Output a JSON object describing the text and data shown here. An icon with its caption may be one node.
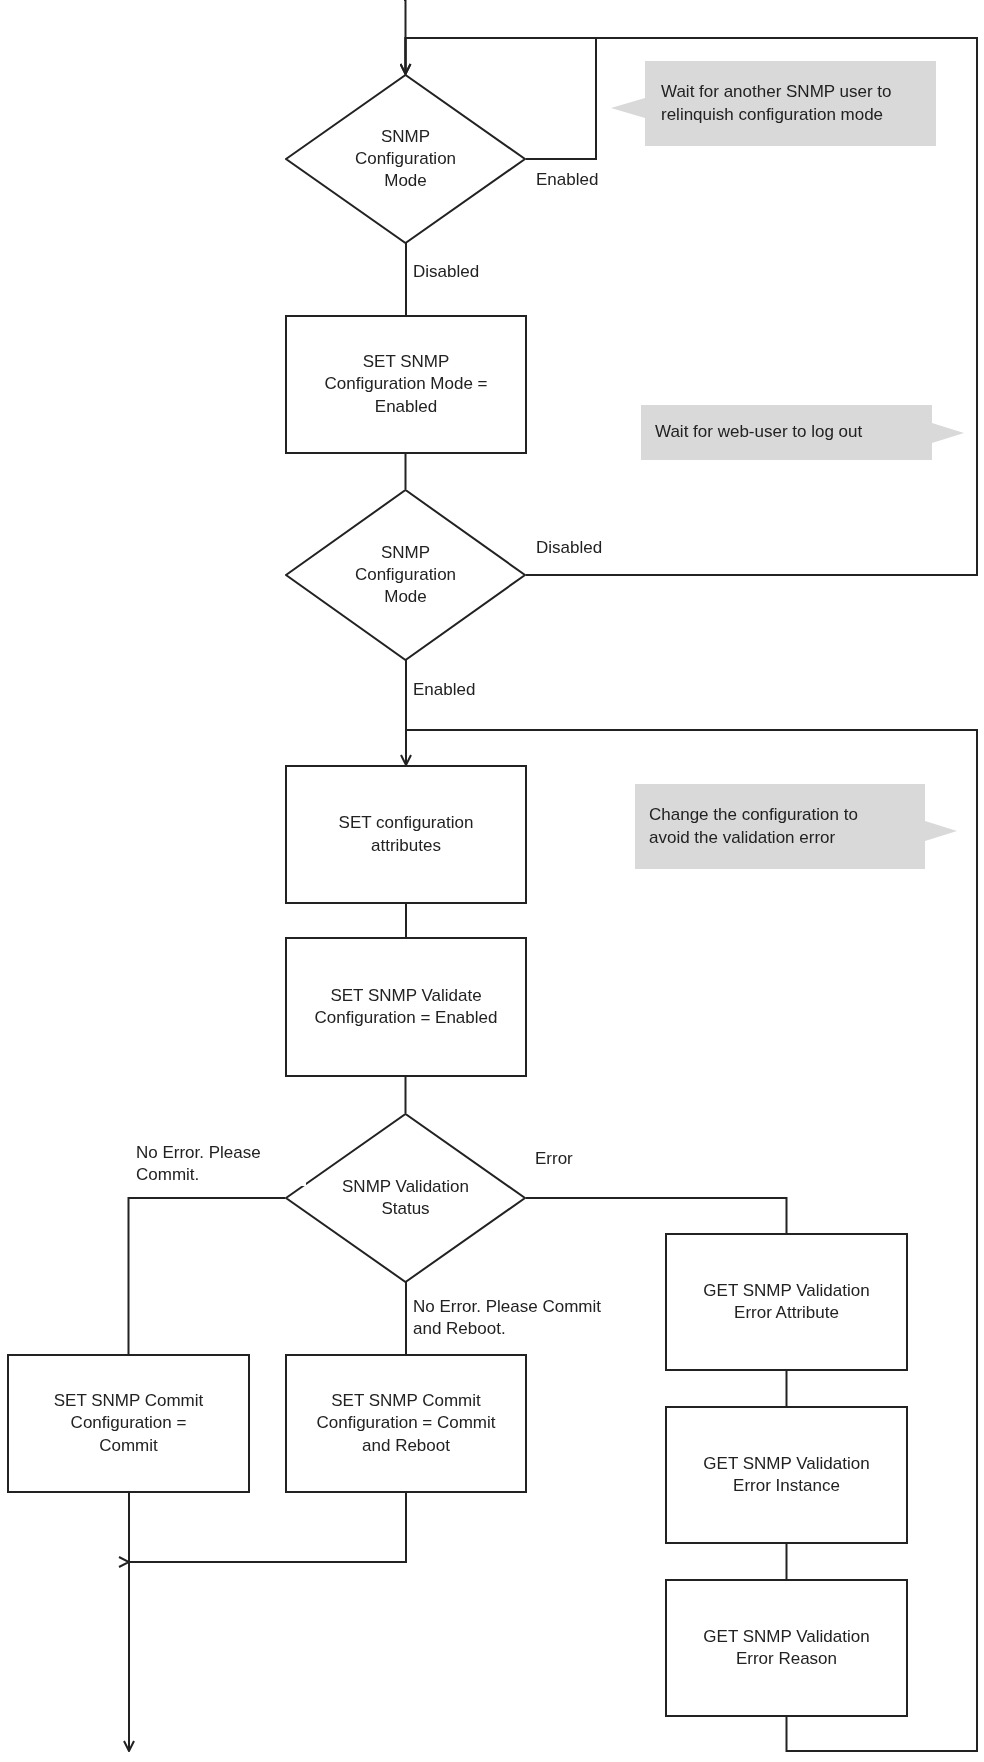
{
  "diagram": {
    "nodes": [
      {
        "text": [
          "SNMP Configuration Mode"
        ]
      },
      {
        "text": [
          "Wait for another SNMP user to relinquish configuration mode"
        ]
      },
      {
        "text": [
          "SET SNMP Configuration Mode = Enabled"
        ]
      },
      {
        "text": [
          "Wait for web-user to log out"
        ]
      },
      {
        "text": [
          "SNMP Configuration Mode"
        ]
      },
      {
        "text": [
          "SET configuration attributes"
        ]
      },
      {
        "text": [
          "Change the configuration to avoid the validation error"
        ]
      },
      {
        "text": [
          "SET SNMP Validate Configuration = Enabled"
        ]
      },
      {
        "text": [
          "SNMP Validation Status"
        ]
      },
      {
        "text": [
          "GET SNMP Validation Error Attribute"
        ]
      },
      {
        "text": [
          "SET SNMP Commit Configuration = Commit"
        ]
      },
      {
        "text": [
          "SET SNMP Commit Configuration = Commit and Reboot"
        ]
      },
      {
        "text": [
          "GET SNMP Validation Error Instance"
        ]
      },
      {
        "text": [
          "GET SNMP Validation Error Reason"
        ]
      }
    ],
    "edges": [
      {
        "from": null,
        "to": 0,
        "arrow": "none"
      },
      {
        "from": 0,
        "to": 0,
        "arrow": "to",
        "label": "Enabled"
      },
      {
        "from": 0,
        "to": 2,
        "arrow": "none",
        "label": "Disabled"
      },
      {
        "from": 2,
        "to": 4,
        "arrow": "none"
      },
      {
        "from": 4,
        "to": 0,
        "arrow": "to",
        "label": "Disabled"
      },
      {
        "from": 4,
        "to": 5,
        "arrow": "none",
        "label": "Enabled"
      },
      {
        "from": 5,
        "to": 7,
        "arrow": "none"
      },
      {
        "from": 7,
        "to": 8,
        "arrow": "none"
      },
      {
        "from": 8,
        "to": 10,
        "arrow": "none",
        "label": "No Error. Please Commit."
      },
      {
        "from": 8,
        "to": 11,
        "arrow": "none",
        "label": "No Error. Please Commit and Reboot."
      },
      {
        "from": 8,
        "to": 9,
        "arrow": "none",
        "label": "Error"
      },
      {
        "from": 9,
        "to": 12,
        "arrow": "none"
      },
      {
        "from": 12,
        "to": 13,
        "arrow": "none"
      },
      {
        "from": 13,
        "to": 5,
        "arrow": "to"
      },
      {
        "from": 10,
        "to": null,
        "arrow": "to"
      },
      {
        "from": 11,
        "to": null,
        "arrow": "to"
      }
    ]
  }
}
